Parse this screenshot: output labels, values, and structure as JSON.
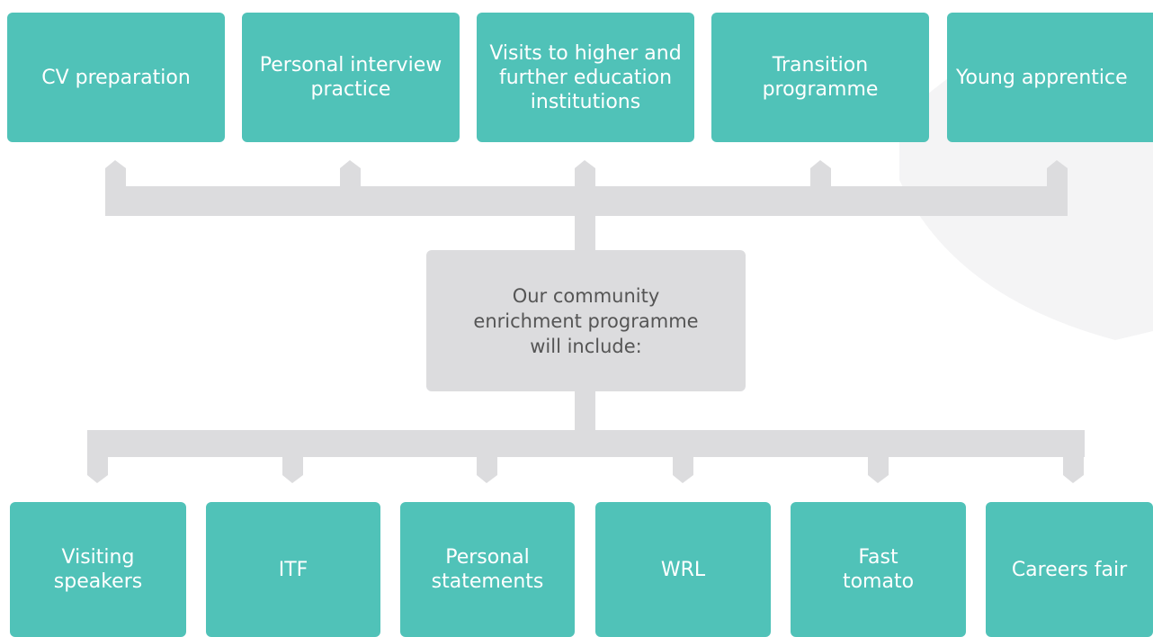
{
  "colors": {
    "box_teal": "#50c2b8",
    "box_text": "#ffffff",
    "center_box": "#dcdcde",
    "center_text": "#555555",
    "connector": "#dcdcde",
    "watermark": "#f4f4f5"
  },
  "diagram": {
    "center": {
      "label": "Our community\nenrichment programme\nwill include:"
    },
    "top_items": [
      {
        "label": "CV preparation"
      },
      {
        "label": "Personal interview\npractice"
      },
      {
        "label": "Visits to higher and\nfurther education\ninstitutions"
      },
      {
        "label": "Transition\nprogramme"
      },
      {
        "label": "Young apprentice"
      }
    ],
    "bottom_items": [
      {
        "label": "Visiting\nspeakers"
      },
      {
        "label": "ITF"
      },
      {
        "label": "Personal\nstatements"
      },
      {
        "label": "WRL"
      },
      {
        "label": "Fast\ntomato"
      },
      {
        "label": "Careers fair"
      }
    ]
  }
}
